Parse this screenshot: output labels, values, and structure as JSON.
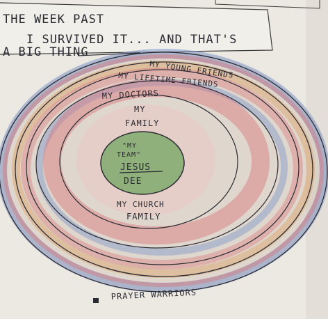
{
  "note": {
    "line1": "THE WEEK PAST",
    "line2": "I SURVIVED IT... AND THAT'S",
    "line3": "A BIG THING"
  },
  "rings": {
    "young_friends": "MY YOUNG FRIENDS",
    "lifetime_friends": "MY LIFETIME FRIENDS",
    "doctors": "MY DOCTORS",
    "family_1": "MY",
    "family_2": "FAMILY",
    "church_1": "MY CHURCH",
    "church_2": "FAMILY",
    "prayer": "PRAYER WARRIORS"
  },
  "center": {
    "line1": "\"MY",
    "line2": "TEAM\"",
    "line3": "JESUS",
    "line4": "DEE"
  },
  "colors": {
    "paper": "#ebe8e1",
    "ink": "#2b2b33",
    "green": "#8fb07a",
    "red": "#d9767a",
    "blue": "#7f97c9",
    "orange": "#dba56e"
  }
}
